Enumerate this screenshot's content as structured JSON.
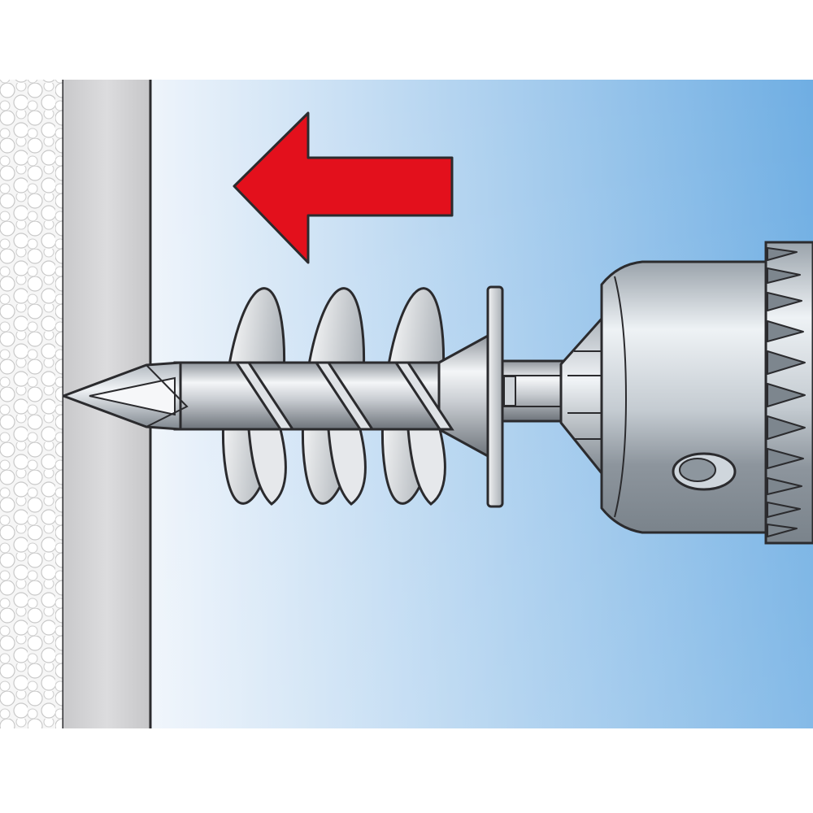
{
  "diagram": {
    "direction_arrow": {
      "icon": "arrow-left-icon",
      "color": "#e3101c",
      "meaning": "push direction"
    },
    "colors": {
      "insulation": "#f4f4f4",
      "wall_board": "#d4d4d6",
      "air_gradient_start": "#eef4fb",
      "air_gradient_end": "#6faee3",
      "metal_light": "#e9ecef",
      "metal_dark": "#6b7178",
      "outline": "#2b2b2e"
    },
    "components": [
      {
        "id": "insulation-layer",
        "icon": "foam-texture-icon"
      },
      {
        "id": "wall-board"
      },
      {
        "id": "insulation-anchor",
        "icon": "spiral-anchor-icon"
      },
      {
        "id": "drill-chuck",
        "icon": "drill-chuck-icon"
      }
    ]
  }
}
